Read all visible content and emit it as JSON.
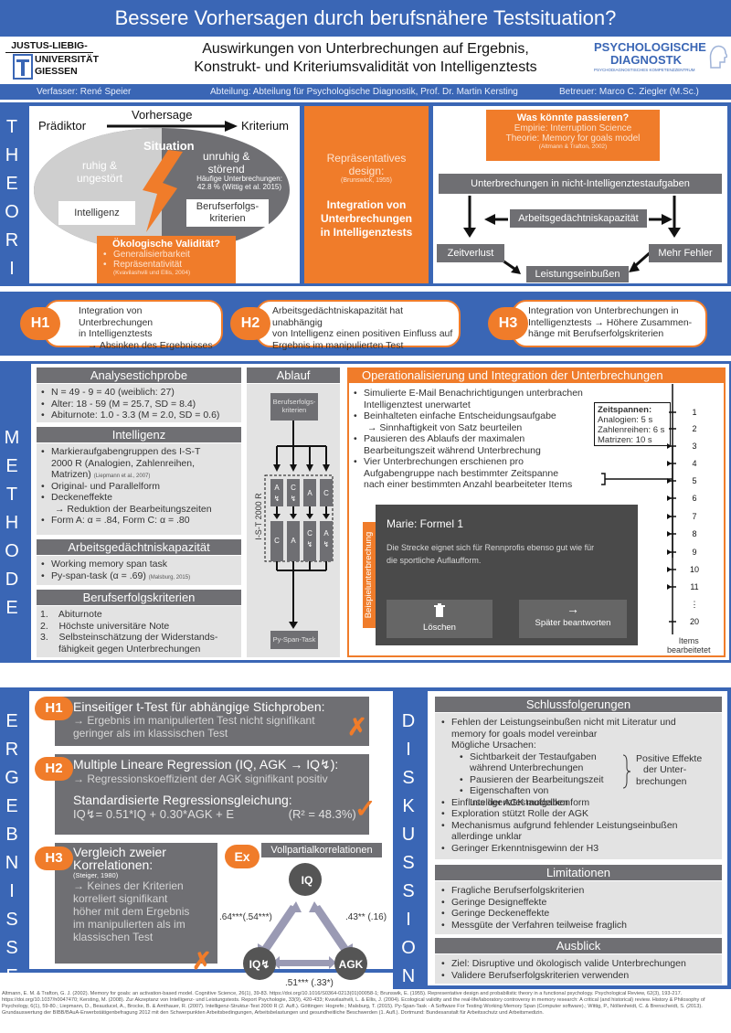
{
  "title": "Bessere Vorhersagen durch berufsnähere Testsituation?",
  "subtitle_1": "Auswirkungen von Unterbrechungen auf Ergebnis,",
  "subtitle_2": "Konstrukt- und Kriteriumsvalidität von Intelligenztests",
  "logo_left_1": "JUSTUS-LIEBIG-",
  "logo_left_2": "UNIVERSITÄT",
  "logo_left_3": "GIESSEN",
  "logo_right_1": "PSYCHOLOGISCHE",
  "logo_right_2": "DIAGNOST",
  "logo_right_3": "K",
  "logo_right_sub": "PSYCHODIAGNOSTISCHES KOMPETENZZENTRUM",
  "author": "Verfasser: René Speier",
  "department": "Abteilung: Abteilung für Psychologische Diagnostik, Prof. Dr. Martin Kersting",
  "supervisor": "Betreuer: Marco C. Ziegler (M.Sc.)",
  "sections": {
    "theorie": "THEORIE",
    "methode": "METHODE",
    "ergebnisse": "ERGEBNISSE",
    "diskussion": "DISKUSSION"
  },
  "theorie": {
    "vorhersage": "Vorhersage",
    "praediktor": "Prädiktor",
    "kriterium": "Kriterium",
    "situation": "Situation",
    "ruhig": "ruhig &",
    "ungestoert": "ungestört",
    "unruhig": "unruhig &",
    "stoerend": "störend",
    "haeufig": "Häufige Unterbrechungen:",
    "haeufig_val": "42.8 % (Wittig et al. 2015)",
    "intelligenz": "Intelligenz",
    "berufserfolg_1": "Berufserfolgs-",
    "berufserfolg_2": "kriterien",
    "oeko_title": "Ökologische Validität?",
    "oeko_1": "Generalisierbarkeit",
    "oeko_2": "Repräsentativität",
    "oeko_src": "(Kvavilashvili und Ellis, 2004)",
    "rep_1": "Repräsentatives",
    "rep_2": "design:",
    "rep_src": "(Brunswick, 1955)",
    "integ_1": "Integration von",
    "integ_2": "Unterbrechungen",
    "integ_3": "in Intelligenztests",
    "was_title": "Was könnte passieren?",
    "was_1": "Empirie: Interruption Science",
    "was_2": "Theorie: Memory for goals model",
    "was_src": "(Altmann & Trafton, 2002)",
    "flow_top": "Unterbrechungen in nicht-Intelligenztestaufgaben",
    "flow_agk": "Arbeitsgedächtniskapazität",
    "flow_zeit": "Zeitverlust",
    "flow_fehler": "Mehr Fehler",
    "flow_leist": "Leistungseinbußen"
  },
  "hypotheses": [
    {
      "label": "H1",
      "l1": "Integration von Unterbrechungen",
      "l2": "in Intelligenztests",
      "l3": "→ Absinken des Ergebnisses"
    },
    {
      "label": "H2",
      "l1": "Arbeitsgedächtniskapazität hat unabhängig",
      "l2": "von Intelligenz einen positiven Einfluss auf",
      "l3": "Ergebnis im manipulierten Test"
    },
    {
      "label": "H3",
      "l1": "Integration von Unterbrechungen in",
      "l2": "Intelligenztests → Höhere Zusammen-",
      "l3": "hänge mit Berufserfolgskriterien"
    }
  ],
  "methode": {
    "analyse_title": "Analysestichprobe",
    "analyse": [
      "N = 49 - 9 = 40 (weiblich: 27)",
      "Alter: 18 - 59 (M = 25.7, SD = 8.4)",
      "Abiturnote: 1.0 - 3.3 (M = 2.0, SD = 0.6)"
    ],
    "intel_title": "Intelligenz",
    "intel": [
      "Markieraufgabengruppen des I-S-T",
      "2000 R (Analogien, Zahlenreihen,",
      "Matrizen)",
      "(Liepmann et al., 2007)",
      "Original- und Parallelform",
      "Deckeneffekte",
      "→ Reduktion der Bearbeitungszeiten",
      "Form A: α = .84, Form C: α = .80"
    ],
    "agk_title": "Arbeitsgedächtniskapazität",
    "agk": [
      "Working memory span task",
      "Py-span-task (α = .69)",
      "(Malsburg, 2015)"
    ],
    "beruf_title": "Berufserfolgskriterien",
    "beruf": [
      "Abiturnote",
      "Höchste universitäre Note",
      "Selbsteinschätzung der Widerstands-",
      "fähigkeit gegen Unterbrechungen"
    ],
    "ablauf_title": "Ablauf",
    "ablauf_beruf": "Berufserfolgs-kriterien",
    "ablauf_ist": "I-S-T 2000 R",
    "ablauf_py": "Py-Span-Task",
    "op_title": "Operationalisierung und Integration der Unterbrechungen",
    "op": [
      "Simulierte E-Mail Benachrichtigungen unterbrachen",
      "Intelligenztest unerwartet",
      "Beinhalteten einfache Entscheidungsaufgabe",
      "→ Sinnhaftigkeit von Satz beurteilen",
      "Pausieren des Ablaufs der maximalen",
      "Bearbeitungszeit während Unterbrechung",
      "Vier Unterbrechungen erschienen pro",
      "Aufgabengruppe nach bestimmter Zeitspanne",
      "nach einer bestimmten Anzahl bearbeiteter Items"
    ],
    "zeit_title": "Zeitspannen:",
    "zeit": [
      "Analogien: 5 s",
      "Zahlenreihen: 6 s",
      "Matrizen: 10 s"
    ],
    "beispiel": "Beispielunterbrechung",
    "mail_from": "Marie: Formel 1",
    "mail_text_1": "Die Strecke eignet sich für Rennprofis ebenso gut wie für",
    "mail_text_2": "die sportliche Auflaufform.",
    "btn_delete": "Löschen",
    "btn_later": "Später beantworten",
    "items_label_1": "Items",
    "items_label_2": "bearbeitetet",
    "ticks": [
      "1",
      "2",
      "3",
      "4",
      "5",
      "6",
      "7",
      "8",
      "9",
      "10",
      "11",
      "20"
    ]
  },
  "ergebnisse": {
    "h1_title": "Einseitiger t-Test für abhängige Stichproben:",
    "h1_1": "→ Ergebnis im manipulierten Test nicht signifikant",
    "h1_2": "geringer als im klassischen Test",
    "h2_title": "Multiple Lineare Regression (IQ, AGK → IQ↯):",
    "h2_1": "→ Regressionskoeffizient der AGK signifikant positiv",
    "h2_std": "Standardisierte Regressionsgleichung:",
    "h2_eq": "IQ↯= 0.51*IQ + 0.30*AGK + E",
    "h2_r2": "(R² = 48.3%)",
    "h3_title_1": "Vergleich zweier",
    "h3_title_2": "Korrelationen:",
    "h3_src": "(Steiger, 1980)",
    "h3_1": "→ Keines der Kriterien",
    "h3_2": "korreliert signifikant",
    "h3_3": "höher mit dem Ergebnis",
    "h3_4": "im manipulierten als im",
    "h3_5": "klassischen Test",
    "ex": "Ex",
    "voll": "Vollpartialkorrelationen",
    "iq": "IQ",
    "iqz": "IQ↯",
    "agk": "AGK",
    "c_left": ".64***(.54***)",
    "c_right": ".43** (.16)",
    "c_bottom": ".51*** (.33*)",
    "cross": "✗",
    "check": "✓"
  },
  "diskussion": {
    "schluss_title": "Schlussfolgerungen",
    "schluss_1": "Fehlen der Leistungseinbußen nicht mit Literatur und",
    "schluss_2": "memory for goals model vereinbar",
    "schluss_3": "Mögliche Ursachen:",
    "sub": [
      "Sichtbarkeit der Testaufgaben",
      "während Unterbrechungen",
      "Pausieren der Bearbeitungszeit",
      "Eigenschaften von Intelligenztestaufgaben"
    ],
    "pos_1": "Positive Effekte",
    "pos_2": "der Unter-",
    "pos_3": "brechungen",
    "more": [
      "Einfluss der AGK modellkonform",
      "Exploration stützt Rolle der AGK",
      "Mechanismus aufgrund fehlender Leistungseinbußen",
      "allerdinge unklar",
      "Geringer Erkenntnisgewinn der H3"
    ],
    "limit_title": "Limitationen",
    "limit": [
      "Fragliche Berufserfolgskriterien",
      "Geringe Designeffekte",
      "Geringe Deckeneffekte",
      "Messgüte der Verfahren teilweise fraglich"
    ],
    "aus_title": "Ausblick",
    "aus": [
      "Ziel: Disruptive und ökologisch valide Unterbrechungen",
      "Validere Berufserfolgskriterien verwenden"
    ]
  },
  "references": "Altmann, E. M. & Trafton, G. J. (2002). Memory for goals: an activation-based model. Cognitive Science, 26(1), 39-83. https://doi.org/10.1016/S0364-0213(01)00058-1; Brunswik, E. (1955). Representative design and probabilistic theory in a functional psychology. Psychological Review, 62(3), 193-217. https://doi.org/10.1037/h0047470; Kersting, M. (2008). Zur Akzeptanz von Intelligenz- und Leistungstests. Report Psychologie, 33(9), 420-433; Kvavilashvili, L. & Ellis, J. (2004). Ecological validity and the real-life/laboratory controversy in memory research: A critical (and historical) review. History & Philosophy of Psychology, 6(1), 59-80.; Liepmann, D., Beauducel, A., Brocke, B. & Amthauer, R. (2007). Intelligenz-Struktur-Test 2000 R (2. Aufl.). Göttingen: Hogrefe.; Malsburg, T. (2015). Py-Span-Task - A Software For Testing Working Memory Span (Computer software).; Wittig, P., Nöllenheidt, C. & Brenscheidt, S. (2013). Grundauswertung der BIBB/BAuA-Erwerbstätigenbefragung 2012 mit den Schwerpunkten Arbeitsbedingungen, Arbeitsbelastungen und gesundheitliche Beschwerden (1. Aufl.). Dortmund: Bundesanstalt für Arbeitsschutz und Arbeitsmedizin."
}
